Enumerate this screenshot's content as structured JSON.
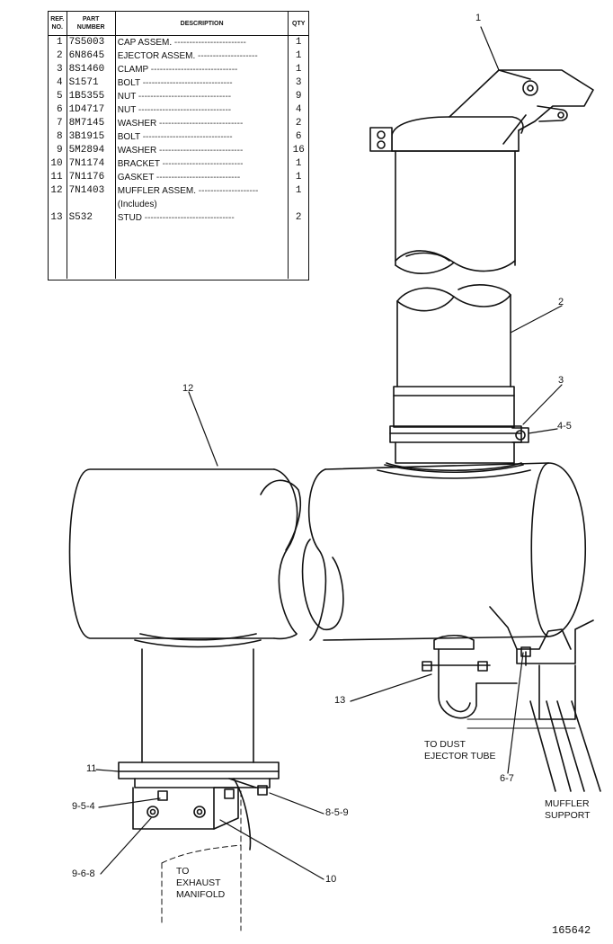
{
  "table": {
    "headers": {
      "ref": "REF.\nNO.",
      "part": "PART\nNUMBER",
      "desc": "DESCRIPTION",
      "qty": "QTY"
    },
    "rows": [
      {
        "ref": "1",
        "part": "7S5003",
        "desc": "CAP ASSEM.",
        "qty": "1"
      },
      {
        "ref": "2",
        "part": "6N8645",
        "desc": "EJECTOR ASSEM.",
        "qty": "1"
      },
      {
        "ref": "3",
        "part": "8S1460",
        "desc": "CLAMP",
        "qty": "1"
      },
      {
        "ref": "4",
        "part": "S1571",
        "desc": "BOLT",
        "qty": "3"
      },
      {
        "ref": "5",
        "part": "1B5355",
        "desc": "NUT",
        "qty": "9"
      },
      {
        "ref": "6",
        "part": "1D4717",
        "desc": "NUT",
        "qty": "4"
      },
      {
        "ref": "7",
        "part": "8M7145",
        "desc": "WASHER",
        "qty": "2"
      },
      {
        "ref": "8",
        "part": "3B1915",
        "desc": "BOLT",
        "qty": "6"
      },
      {
        "ref": "9",
        "part": "5M2894",
        "desc": "WASHER",
        "qty": "16"
      },
      {
        "ref": "10",
        "part": "7N1174",
        "desc": "BRACKET",
        "qty": "1"
      },
      {
        "ref": "11",
        "part": "7N1176",
        "desc": "GASKET",
        "qty": "1"
      },
      {
        "ref": "12",
        "part": "7N1403",
        "desc": "MUFFLER ASSEM.",
        "qty": "1"
      },
      {
        "ref": "",
        "part": "",
        "desc": "(Includes)",
        "qty": ""
      },
      {
        "ref": "13",
        "part": "S532",
        "desc": "STUD",
        "qty": "2"
      }
    ]
  },
  "callouts": {
    "c1": "1",
    "c2": "2",
    "c3": "3",
    "c45": "4-5",
    "c12": "12",
    "c13": "13",
    "c11": "11",
    "c954": "9-5-4",
    "c968": "9-6-8",
    "c859": "8-5-9",
    "c10": "10",
    "c67": "6-7"
  },
  "notes": {
    "dust_line1": "TO DUST",
    "dust_line2": "EJECTOR TUBE",
    "muffler_line1": "MUFFLER",
    "muffler_line2": "SUPPORT",
    "exhaust_line1": "TO",
    "exhaust_line2": "EXHAUST",
    "exhaust_line3": "MANIFOLD"
  },
  "figure_number": "165642"
}
